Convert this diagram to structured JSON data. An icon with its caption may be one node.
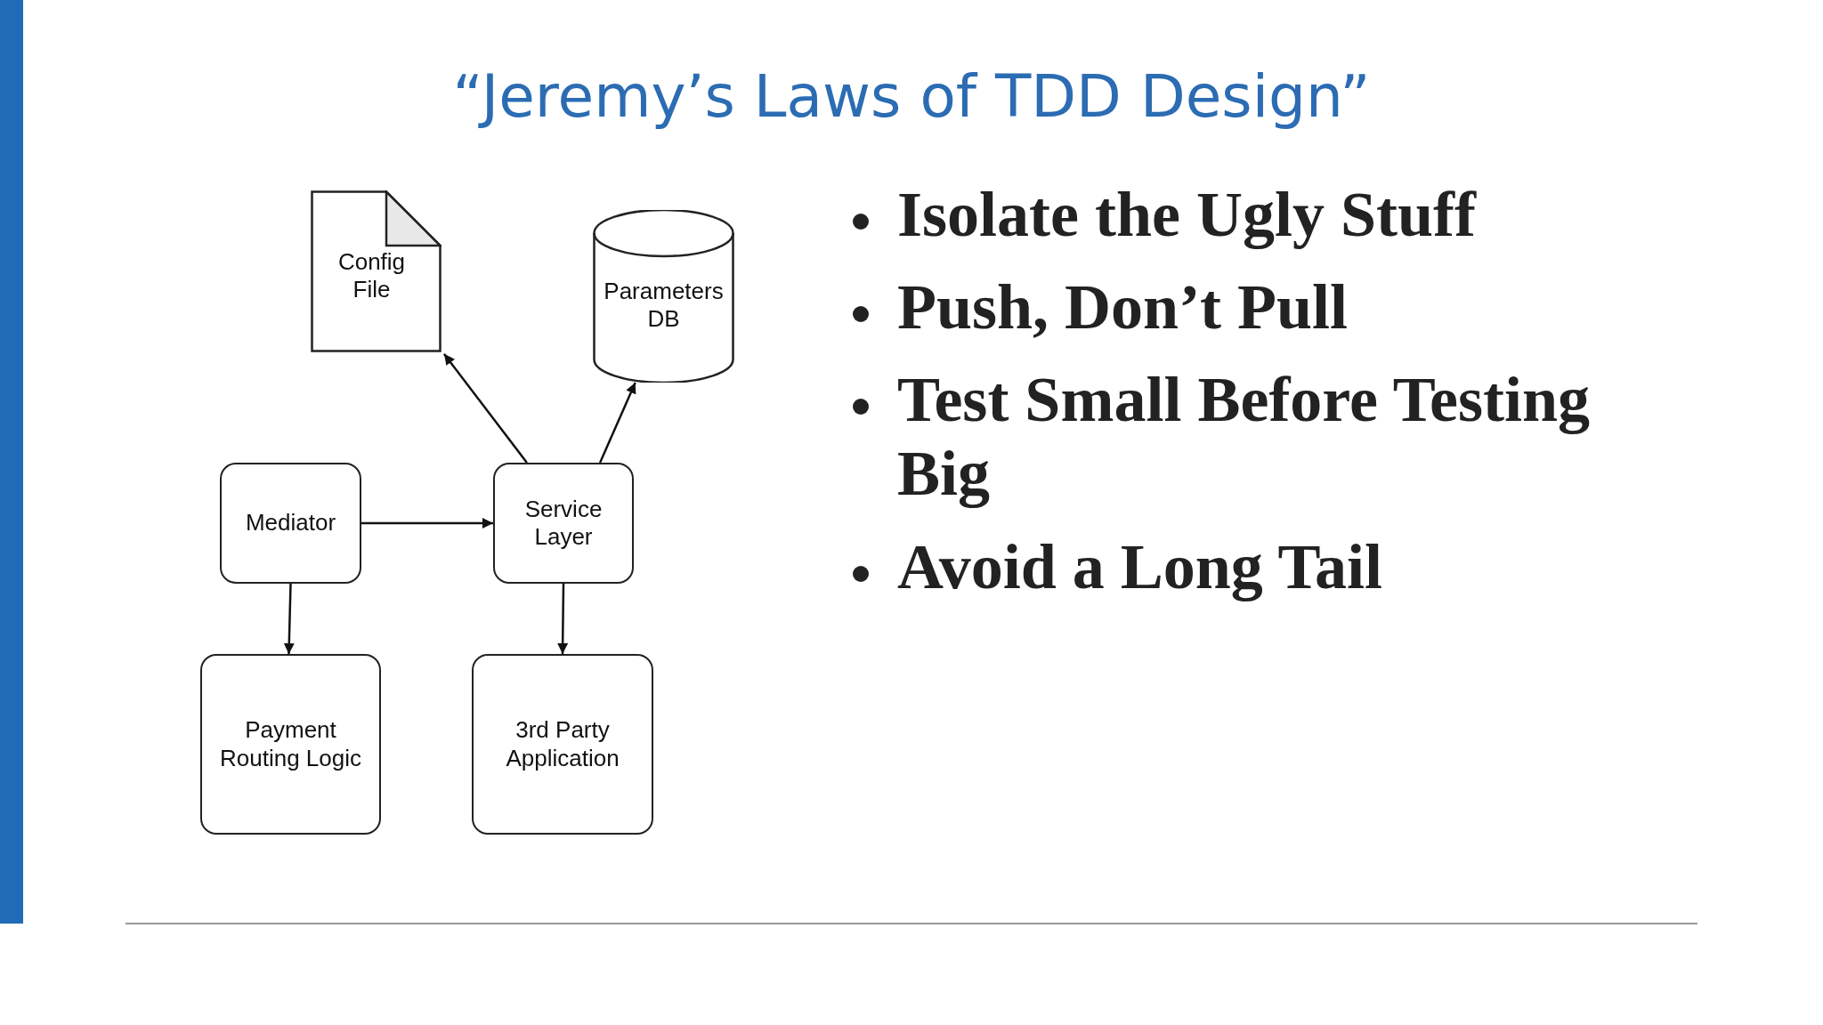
{
  "diagram": {
    "title": "“Jeremy’s Laws of TDD Design”",
    "nodes": [
      {
        "text": [
          "Config File"
        ]
      },
      {
        "text": [
          "Parameters DB"
        ]
      },
      {
        "text": [
          "Mediator"
        ]
      },
      {
        "text": [
          "Service Layer"
        ]
      },
      {
        "text": [
          "Payment Routing Logic"
        ]
      },
      {
        "text": [
          "3rd Party Application"
        ]
      }
    ],
    "edges": [
      {
        "from": 3,
        "to": 0,
        "arrow": "to"
      },
      {
        "from": 3,
        "to": 1,
        "arrow": "to"
      },
      {
        "from": 2,
        "to": 3,
        "arrow": "to"
      },
      {
        "from": 2,
        "to": 4,
        "arrow": "to"
      },
      {
        "from": 3,
        "to": 5,
        "arrow": "to"
      }
    ],
    "labels": [
      "Isolate the Ugly Stuff",
      "Push, Don’t Pull",
      "Test Small Before Testing Big",
      "Avoid a Long Tail"
    ]
  }
}
